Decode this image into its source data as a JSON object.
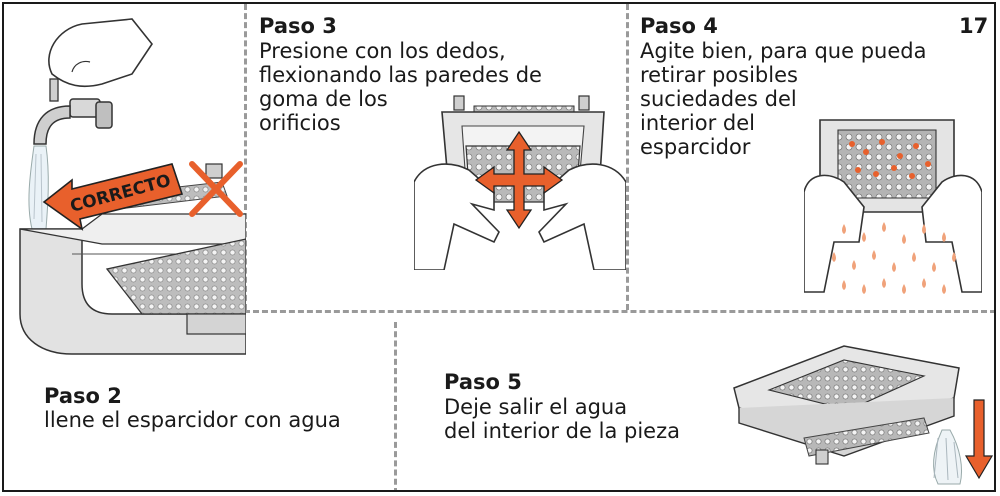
{
  "page_number": "17",
  "steps": [
    {
      "heading": "Paso 2",
      "lines": [
        "llene el esparcidor con agua"
      ]
    },
    {
      "heading": "Paso 3",
      "lines": [
        "Presione con los dedos,",
        "flexionando las paredes de",
        "goma de los",
        "orificios"
      ]
    },
    {
      "heading": "Paso 4",
      "lines": [
        "Agite bien, para que pueda",
        "retirar posibles",
        "suciedades del",
        "interior del",
        "esparcidor"
      ]
    },
    {
      "heading": "Paso 5",
      "lines": [
        "Deje salir el agua",
        "del interior de la pieza"
      ]
    }
  ],
  "illustration": {
    "arrow_label": "CORRECTO"
  },
  "colors": {
    "accent": "#e8602c",
    "frame": "#1a1a1a",
    "divider": "#9a9a9a",
    "part_gray": "#cfcfcf"
  }
}
